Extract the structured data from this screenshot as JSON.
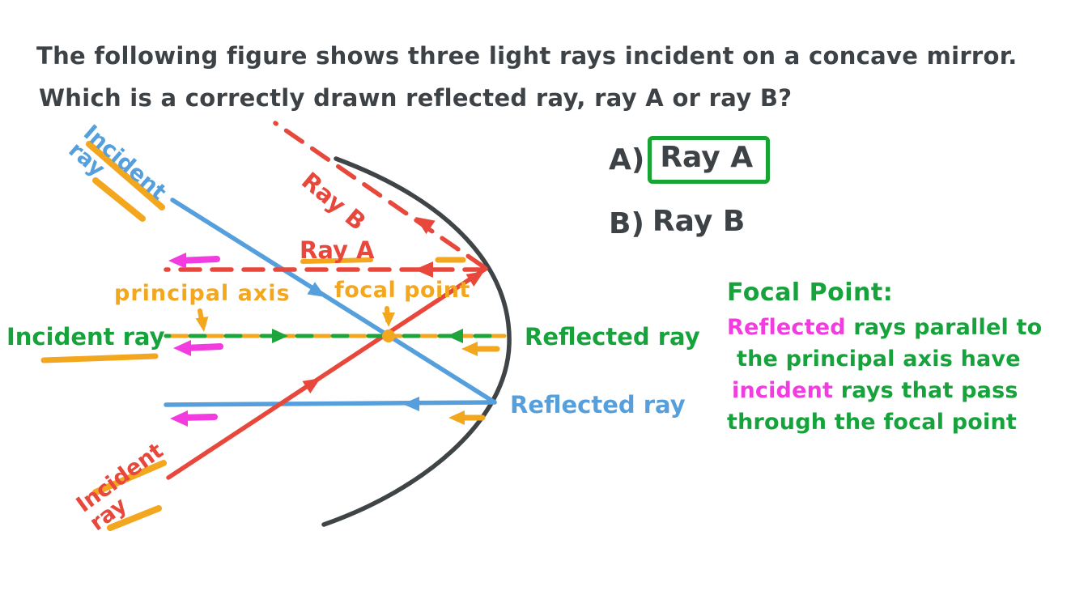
{
  "question": {
    "line1": "The following figure shows three light rays incident on a concave mirror.",
    "line2": "Which is a correctly drawn reflected ray, ray A or ray B?"
  },
  "options": [
    {
      "prefix": "A)",
      "label": "Ray A",
      "boxed": true
    },
    {
      "prefix": "B)",
      "label": "Ray B",
      "boxed": false
    }
  ],
  "diagram": {
    "labels": {
      "incident_ray_top": "Incident ray",
      "ray_b": "Ray B",
      "ray_a": "Ray A",
      "principal_axis": "principal axis",
      "focal_point": "focal point",
      "incident_ray_middle": "Incident ray",
      "reflected_ray_middle": "Reflected ray",
      "reflected_ray_bottom": "Reflected ray",
      "incident_ray_bottom": "Incident ray"
    },
    "elements": {
      "mirror": "concave mirror",
      "focal_point_dot": "focal point marker"
    }
  },
  "note": {
    "title": "Focal Point:",
    "lines": [
      {
        "segments": [
          {
            "text": "Reflected ",
            "color": "magenta"
          },
          {
            "text": "rays parallel to",
            "color": "green"
          }
        ]
      },
      {
        "segments": [
          {
            "text": "the principal axis have",
            "color": "green"
          }
        ]
      },
      {
        "segments": [
          {
            "text": "incident ",
            "color": "magenta"
          },
          {
            "text": "rays that pass",
            "color": "green"
          }
        ]
      },
      {
        "segments": [
          {
            "text": "through the focal point",
            "color": "green"
          }
        ]
      }
    ]
  },
  "colors": {
    "ink": "#3d4247",
    "blue": "#55a0dc",
    "red": "#e8473c",
    "orange": "#f2a71f",
    "green": "#17a33b",
    "magenta": "#f23ce0",
    "answer_box_green": "#16a532",
    "mirror_gray": "#3f4447"
  }
}
